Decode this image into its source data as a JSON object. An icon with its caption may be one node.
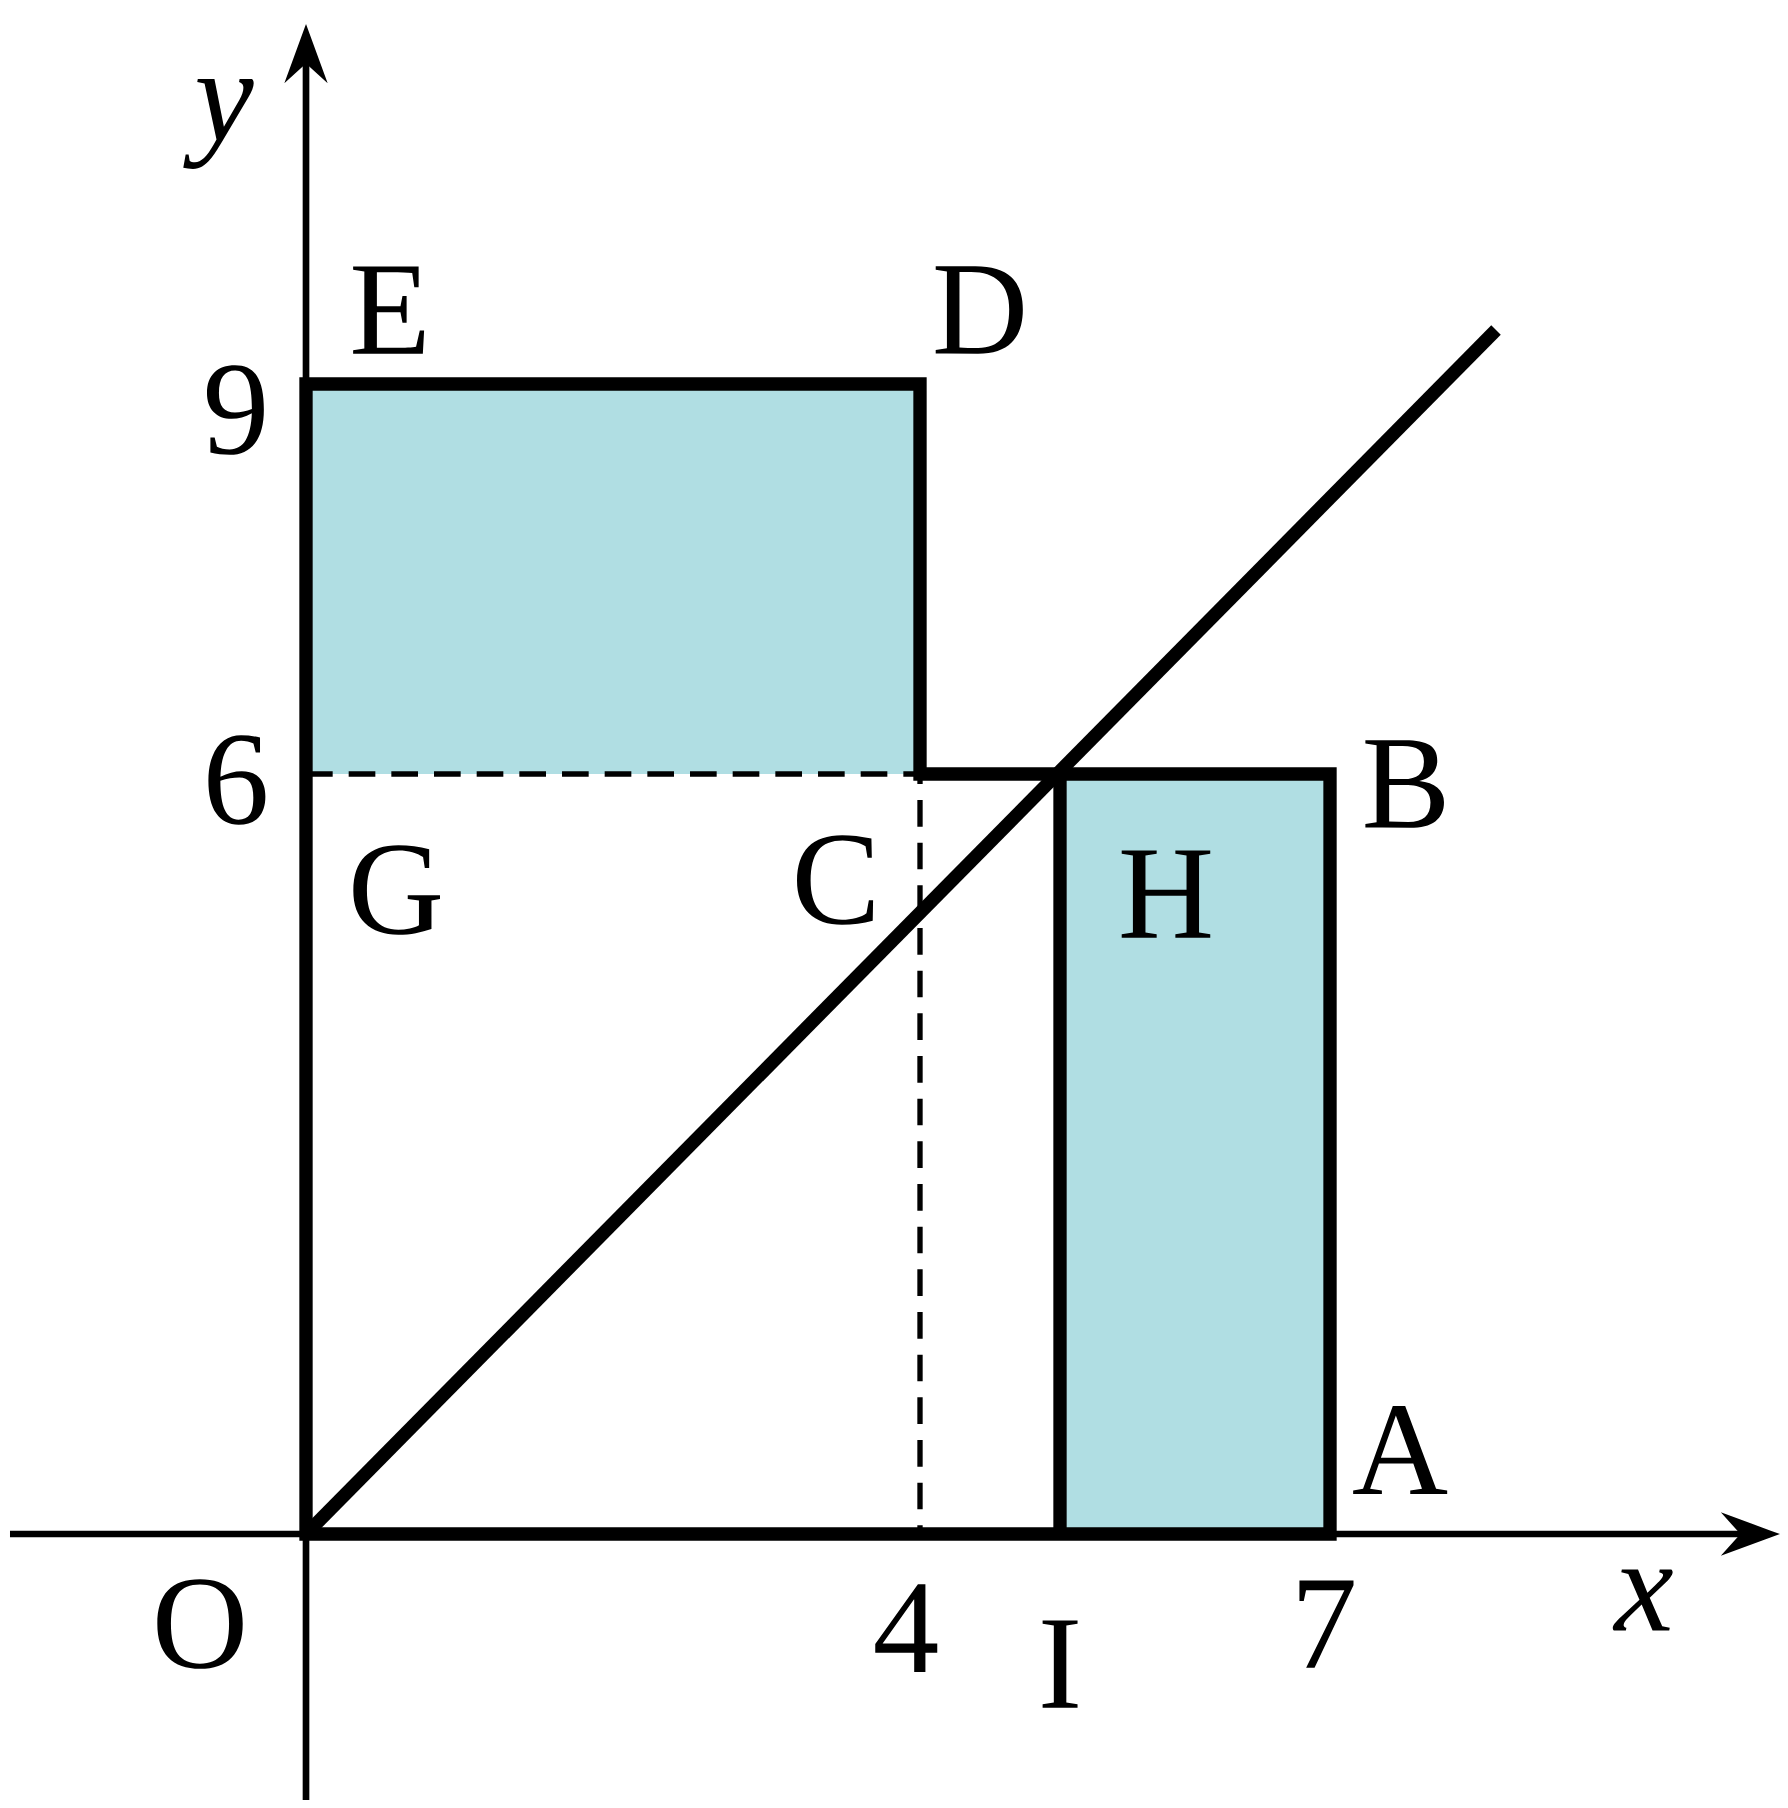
{
  "diagram": {
    "labels": [
      "y",
      "E",
      "D",
      "9",
      "6",
      "B",
      "G",
      "C",
      "H",
      "A",
      "O",
      "4",
      "I",
      "7",
      "x"
    ]
  }
}
